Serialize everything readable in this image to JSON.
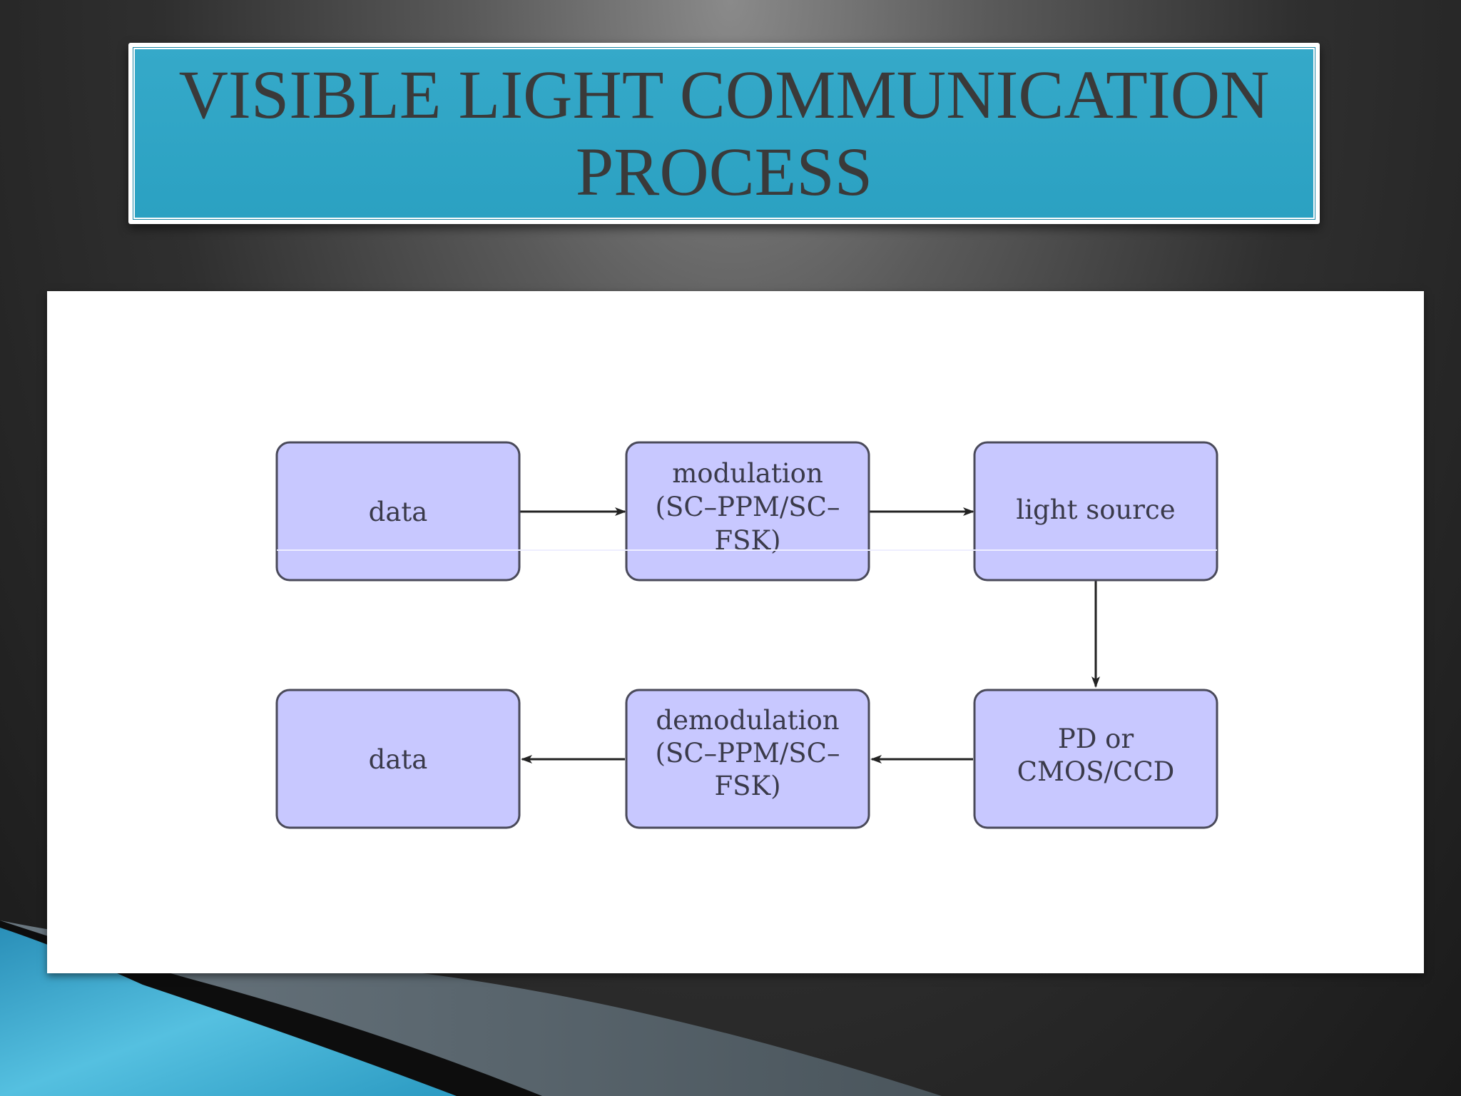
{
  "title": {
    "line1": "VISIBLE LIGHT COMMUNICATION",
    "line2": "PROCESS"
  },
  "diagram": {
    "nodes": {
      "data_in": {
        "lines": [
          "data"
        ]
      },
      "modulation": {
        "lines": [
          "modulation",
          "(SC–PPM/SC–",
          "FSK)"
        ]
      },
      "light_source": {
        "lines": [
          "light source"
        ]
      },
      "detector": {
        "lines": [
          "PD or",
          "CMOS/CCD"
        ]
      },
      "demodulation": {
        "lines": [
          "demodulation",
          "(SC–PPM/SC–",
          "FSK)"
        ]
      },
      "data_out": {
        "lines": [
          "data"
        ]
      }
    },
    "edges": [
      {
        "from": "data_in",
        "to": "modulation"
      },
      {
        "from": "modulation",
        "to": "light_source"
      },
      {
        "from": "light_source",
        "to": "detector"
      },
      {
        "from": "detector",
        "to": "demodulation"
      },
      {
        "from": "demodulation",
        "to": "data_out"
      }
    ]
  },
  "colors": {
    "title_bar": "#2ba1c2",
    "node_fill": "#c8c8ff",
    "node_stroke": "#4a4a5a",
    "accent_swoosh": "#3aa8cc"
  }
}
